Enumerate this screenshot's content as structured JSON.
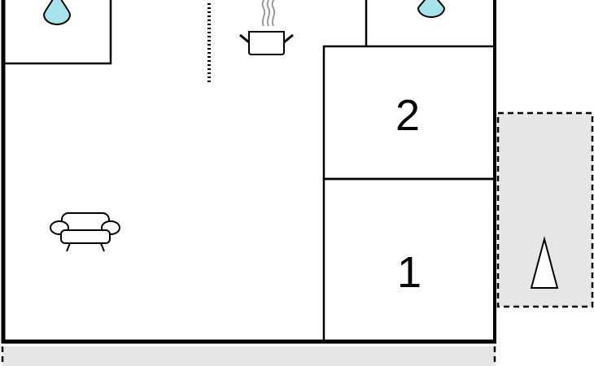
{
  "floorplan": {
    "rooms": [
      {
        "id": "bedroom-2",
        "number": "2"
      },
      {
        "id": "bedroom-1",
        "number": "1"
      }
    ],
    "icons": {
      "water_drop": "water-drop-icon",
      "cooking_pot": "cooking-pot-icon",
      "sofa": "sofa-icon",
      "triangle": "north-arrow-icon"
    },
    "colors": {
      "wall": "#000000",
      "water": "#a6e3ec",
      "outdoor_area": "#e6e6e6",
      "steam": "#999999"
    }
  }
}
